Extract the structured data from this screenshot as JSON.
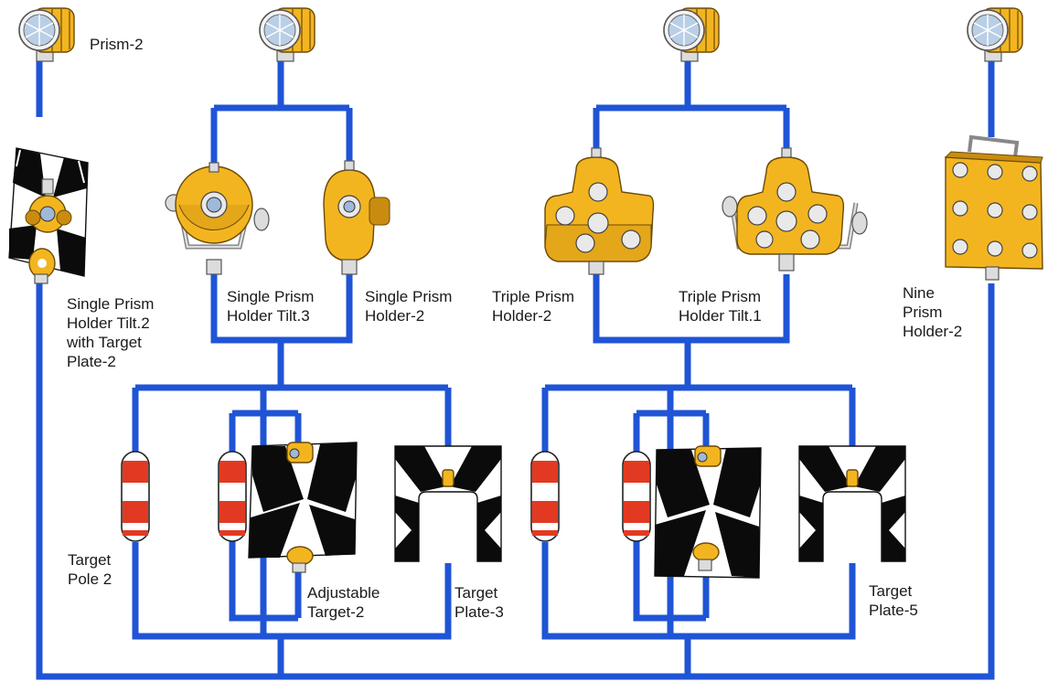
{
  "labels": {
    "prism2": "Prism-2",
    "sph_tilt2": "Single Prism\nHolder Tilt.2\nwith Target\nPlate-2",
    "sph_tilt3": "Single Prism\nHolder Tilt.3",
    "sph2": "Single Prism\nHolder-2",
    "tph2": "Triple Prism\nHolder-2",
    "tph_tilt1": "Triple Prism\nHolder Tilt.1",
    "nph2": "Nine\nPrism\nHolder-2",
    "target_pole2": "Target\nPole 2",
    "adjustable_target2": "Adjustable\nTarget-2",
    "target_plate3": "Target\nPlate-3",
    "target_plate5": "Target\nPlate-5"
  },
  "colors": {
    "connector": "#1f54d6",
    "housing": "#f3b51f",
    "pole_red": "#e23a22"
  },
  "icons": [
    "prism-icon",
    "single-prism-holder-icon",
    "triple-prism-holder-icon",
    "nine-prism-holder-icon",
    "target-pole-icon",
    "target-plate-icon"
  ]
}
